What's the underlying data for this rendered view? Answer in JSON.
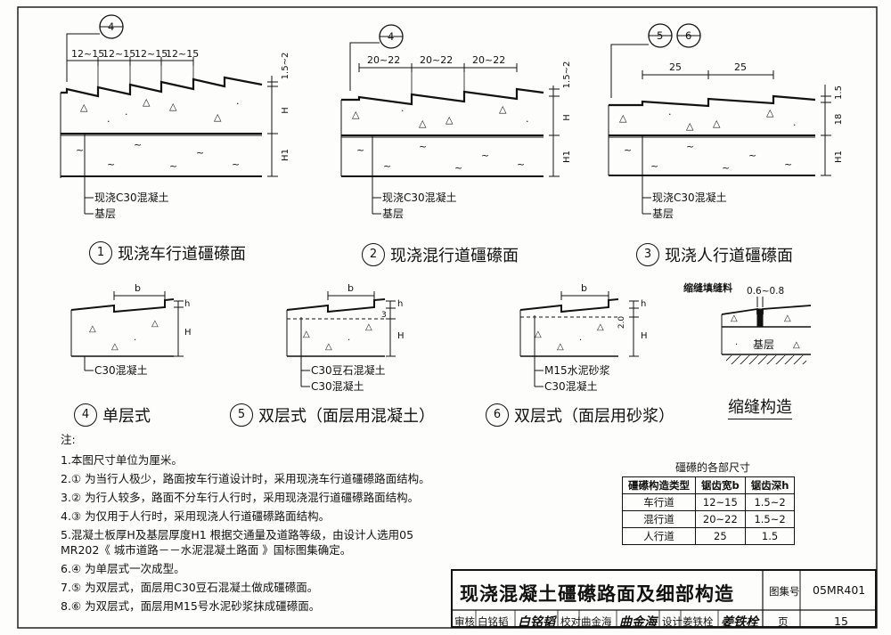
{
  "details": {
    "d1": {
      "ref": "4",
      "dims": [
        "12~15",
        "12~15",
        "12~15",
        "12~15"
      ],
      "side_top": "1.5~2",
      "side_h": "H",
      "side_h1": "H1",
      "label_concrete": "现浇C30混凝土",
      "label_base": "基层",
      "cap_num": "1",
      "cap_text": "现浇车行道礓礤面"
    },
    "d2": {
      "ref": "4",
      "dims": [
        "20~22",
        "20~22",
        "20~22"
      ],
      "side_top": "1.5~2",
      "side_h": "H",
      "side_h1": "H1",
      "label_concrete": "现浇C30混凝土",
      "label_base": "基层",
      "cap_num": "2",
      "cap_text": "现浇混行道礓礤面"
    },
    "d3": {
      "ref1": "5",
      "ref2": "6",
      "dims": [
        "25",
        "25"
      ],
      "side_top": "1.5",
      "side_h": "18",
      "side_h1": "H1",
      "label_concrete": "现浇C30混凝土",
      "label_base": "基层",
      "cap_num": "3",
      "cap_text": "现浇人行道礓礤面"
    },
    "d4": {
      "dim_b": "b",
      "dim_h": "h",
      "side_h": "H",
      "label": "C30混凝土",
      "cap_num": "4",
      "cap_text": "单层式"
    },
    "d5": {
      "dim_b": "b",
      "dim_h": "h",
      "dim_3": "3",
      "side_h": "H",
      "label_top": "C30豆石混凝土",
      "label_bottom": "C30混凝土",
      "cap_num": "5",
      "cap_text": "双层式（面层用混凝土）"
    },
    "d6": {
      "dim_b": "b",
      "dim_h": "h",
      "dim_2": "2.0",
      "side_h": "H",
      "label_top": "M15水泥砂浆",
      "label_bottom": "C30混凝土",
      "cap_num": "6",
      "cap_text": "双层式（面层用砂浆）"
    },
    "joint": {
      "top_label": "缩缝填缝料",
      "width": "0.6~0.8",
      "base": "基层",
      "caption": "缩缝构造"
    }
  },
  "notes": {
    "heading": "注:",
    "items": [
      "1.本图尺寸单位为厘米。",
      "2.① 为当行人极少，路面按车行道设计时，采用现浇车行道礓礤路面结构。",
      "3.② 为行人较多，路面不分车行人行时，采用现浇混行道礓礤路面结构。",
      "4.③ 为仅用于人行时，采用现浇人行道礓礤路面结构。",
      "5.混凝土板厚H及基层厚度H1 根据交通量及道路等级，由设计人选用05",
      "MR202《 城市道路－－水泥混凝土路面 》国标图集确定。",
      "6.④ 为单层式一次成型。",
      "7.⑤ 为双层式，面层用C30豆石混凝土做成礓礤面。",
      "8.⑥ 为双层式，面层用M15号水泥砂浆抹成礓礤面。"
    ]
  },
  "dim_table": {
    "title": "礓礤的各部尺寸",
    "headers": [
      "礓礤构造类型",
      "锯齿宽b",
      "锯齿深h"
    ],
    "rows": [
      [
        "车行道",
        "12~15",
        "1.5~2"
      ],
      [
        "混行道",
        "20~22",
        "1.5~2"
      ],
      [
        "人行道",
        "25",
        "1.5"
      ]
    ]
  },
  "title_block": {
    "title": "现浇混凝土礓礤路面及细部构造",
    "atlas_label": "图集号",
    "atlas_no": "05MR401",
    "review_label": "审核",
    "reviewer": "白铭韬",
    "reviewer_sig": "白铭韬",
    "check_label": "校对",
    "checker": "曲金海",
    "checker_sig": "曲金海",
    "design_label": "设计",
    "designer": "姜铁栓",
    "designer_sig": "姜铁栓",
    "page_label": "页",
    "page_no": "15"
  }
}
